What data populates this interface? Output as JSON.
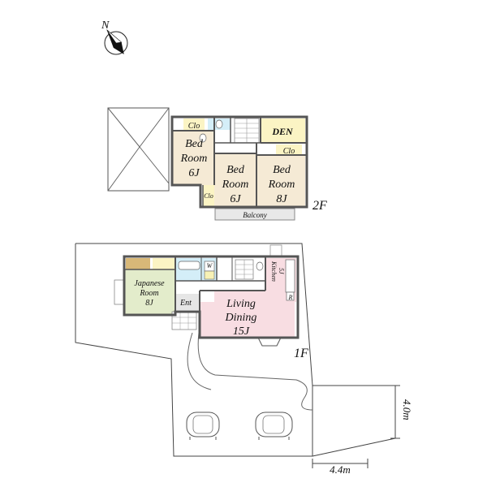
{
  "compass": {
    "label": "N"
  },
  "floors": {
    "second": {
      "label": "2F",
      "rooms": {
        "clo_a": "Clo",
        "den": "DEN",
        "clo_b": "Clo",
        "clo_c": "Clo",
        "bed1": [
          "Bed",
          "Room",
          "6J"
        ],
        "bed2": [
          "Bed",
          "Room",
          "6J"
        ],
        "bed3": [
          "Bed",
          "Room",
          "8J"
        ],
        "balcony": "Balcony"
      }
    },
    "first": {
      "label": "1F",
      "rooms": {
        "japanese": [
          "Japanese",
          "Room",
          "8J"
        ],
        "entrance": "Ent",
        "wash": "W",
        "kitchen": [
          "Kitchen",
          "5J"
        ],
        "fridge": "R",
        "living": [
          "Living",
          "Dining",
          "15J"
        ]
      }
    }
  },
  "dimensions": {
    "depth": "4.0m",
    "width": "4.4m"
  },
  "colors": {
    "bedroom": "#f5ead5",
    "closet": "#fbf4c4",
    "living": "#f8dde2",
    "japanese": "#e3eccb",
    "bath": "#d4eef8",
    "kitchen": "#f8dde2",
    "entrance": "#e6e6e6"
  }
}
